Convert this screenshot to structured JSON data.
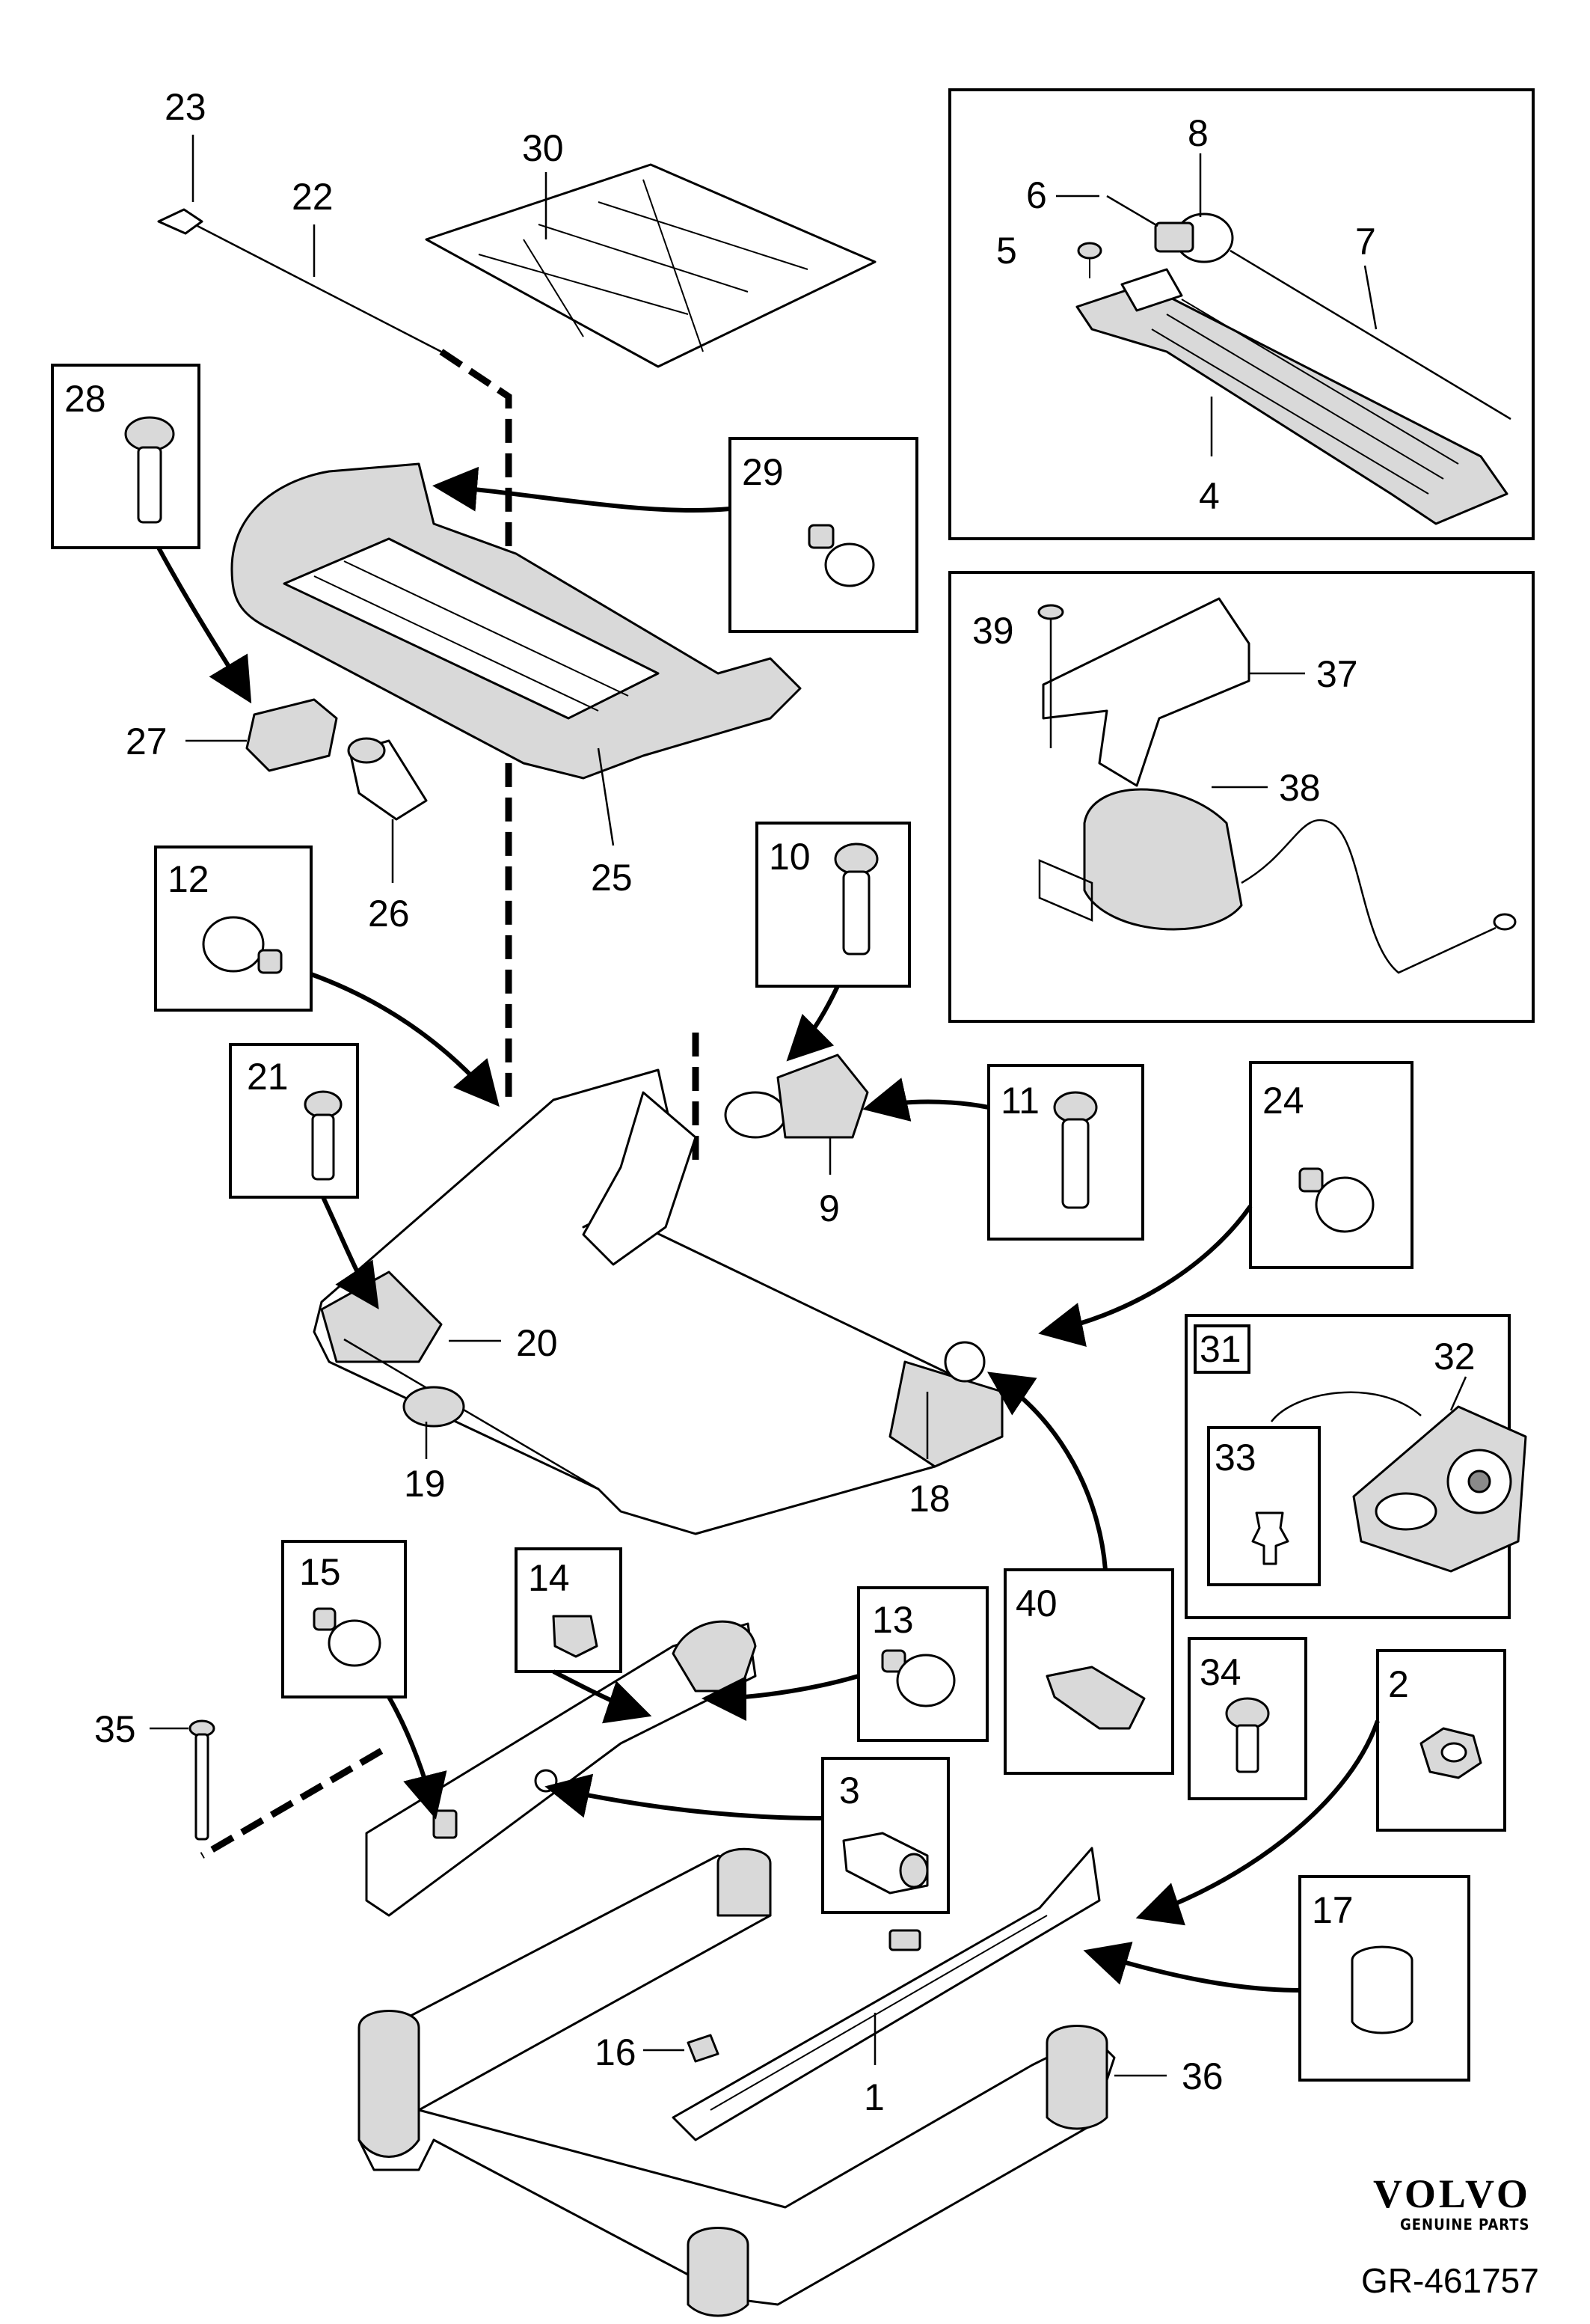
{
  "brand": {
    "name": "VOLVO",
    "tagline": "GENUINE PARTS"
  },
  "reference": "GR-461757",
  "labels": {
    "p1": "1",
    "p2": "2",
    "p3": "3",
    "p4": "4",
    "p5": "5",
    "p6": "6",
    "p7": "7",
    "p8": "8",
    "p9": "9",
    "p10": "10",
    "p11": "11",
    "p12": "12",
    "p13": "13",
    "p14": "14",
    "p15": "15",
    "p16": "16",
    "p17": "17",
    "p18": "18",
    "p19": "19",
    "p20": "20",
    "p21": "21",
    "p22": "22",
    "p23": "23",
    "p24": "24",
    "p25": "25",
    "p26": "26",
    "p27": "27",
    "p28": "28",
    "p29": "29",
    "p30": "30",
    "p31": "31",
    "p32": "32",
    "p33": "33",
    "p34": "34",
    "p35": "35",
    "p36": "36",
    "p37": "37",
    "p38": "38",
    "p39": "39",
    "p40": "40"
  }
}
